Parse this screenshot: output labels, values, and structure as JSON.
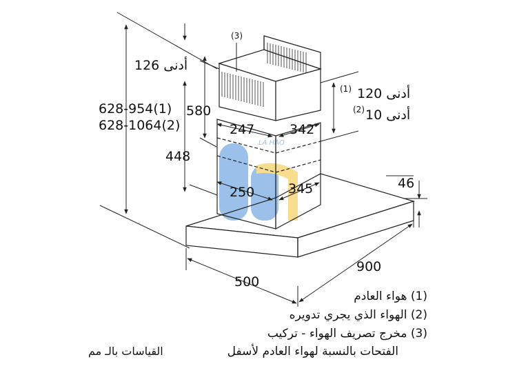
{
  "labels": {
    "callout_3": "(3)",
    "min_126": "أدنى 126",
    "overall_height_1": "628-954(1)",
    "overall_height_2": "628-1064(2)",
    "upper_chimney": "580",
    "lower_chimney": "448",
    "chimney_width_top": "247",
    "chimney_depth_top": "342",
    "chimney_width_bottom": "250",
    "chimney_depth_bottom": "345",
    "min_120": "أدنى 120",
    "min_120_note": "(1)",
    "min_10": "أدنى 10",
    "min_10_note": "(2)",
    "canopy_thickness": "46",
    "canopy_width": "900",
    "canopy_depth": "500"
  },
  "legend": {
    "item_1": "(1) هواء العادم",
    "item_2": "(2) الهواء الذي يجري تدويره",
    "item_3": "(3) مخرج تصريف الهواء - تركيب",
    "item_3_cont": "الفتحات بالنسبة لهواء العادم لأسفل",
    "units": "القياسات بالـ مم"
  },
  "watermark": {
    "text": "LÀ HÀO"
  },
  "colors": {
    "line": "#222222",
    "watermark_blue": "#4a8fdc",
    "watermark_yellow": "#f2c230"
  }
}
